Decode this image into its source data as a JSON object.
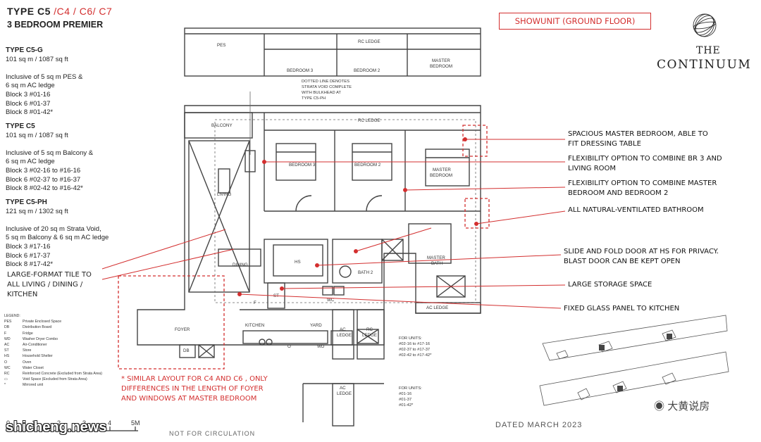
{
  "header": {
    "type_label": "TYPE  C5",
    "type_variants": " /C4 / C6/ C7",
    "subtitle": "3 BEDROOM PREMIER"
  },
  "specs": [
    {
      "title": "TYPE C5-G",
      "lines": [
        "101 sq m / 1087 sq ft",
        "",
        "Inclusive of 5 sq m PES &",
        "6 sq m AC ledge",
        "Block 3 #01-16",
        "Block 6 #01-37",
        "Block 8 #01-42*"
      ]
    },
    {
      "title": "TYPE C5",
      "lines": [
        "101 sq m / 1087 sq ft",
        "",
        "Inclusive of 5 sq m Balcony &",
        "6 sq m AC ledge",
        "Block 3 #02-16 to #16-16",
        "Block 6 #02-37 to #16-37",
        "Block 8 #02-42 to #16-42*"
      ]
    },
    {
      "title": "TYPE C5-PH",
      "lines": [
        "121 sq m / 1302 sq ft",
        "",
        "Inclusive of 20 sq m Strata Void,",
        "5 sq m Balcony & 6 sq m AC ledge",
        "Block 3 #17-16",
        "Block 6 #17-37",
        "Block 8 #17-42*"
      ]
    }
  ],
  "legend": {
    "title": "LEGEND:",
    "items": [
      {
        "k": "PES",
        "v": "Private Enclosed Space"
      },
      {
        "k": "DB",
        "v": "Distribution Board"
      },
      {
        "k": "F",
        "v": "Fridge"
      },
      {
        "k": "WD",
        "v": "Washer Dryer Combo"
      },
      {
        "k": "AC",
        "v": "Air-Conditioner"
      },
      {
        "k": "ST",
        "v": "Store"
      },
      {
        "k": "HS",
        "v": "Household Shelter"
      },
      {
        "k": "O",
        "v": "Oven"
      },
      {
        "k": "WC",
        "v": "Water Closet"
      },
      {
        "k": "RC",
        "v": "Reinforced Concrete (Excluded from Strata Area)"
      },
      {
        "k": "▭",
        "v": "Void Space (Excluded from Strata Area)"
      },
      {
        "k": "*",
        "v": "Mirrored unit"
      }
    ]
  },
  "tile_note": [
    "LARGE-FORMAT TILE TO",
    "ALL LIVING / DINING /",
    "KITCHEN"
  ],
  "red_note": [
    "* SIMILAR LAYOUT FOR C4 AND C6 , ONLY",
    "DIFFERENCES IN THE LENGTH OF FOYER",
    "AND WINDOWS AT MASTER BEDROOM"
  ],
  "showunit": "SHOWUNIT (GROUND FLOOR)",
  "brand": {
    "line1": "THE",
    "line2": "CONTINUUM"
  },
  "callouts": [
    [
      "SPACIOUS MASTER BEDROOM, ABLE TO",
      "FIT DRESSING TABLE"
    ],
    [
      "FLEXIBILITY OPTION TO COMBINE BR 3 AND",
      "LIVING ROOM"
    ],
    [
      "FLEXIBILITY OPTION TO COMBINE MASTER",
      "BEDROOM AND BEDROOM 2"
    ],
    [
      "ALL NATURAL-VENTILATED BATHROOM"
    ],
    [
      "SLIDE AND FOLD DOOR AT HS FOR PRIVACY.",
      "BLAST DOOR CAN BE KEPT OPEN"
    ],
    [
      "LARGE STORAGE SPACE"
    ],
    [
      "FIXED GLASS PANEL TO KITCHEN"
    ]
  ],
  "rooms": {
    "pes": "PES",
    "rc_ledge": "RC LEDGE",
    "bedroom3": "BEDROOM 3",
    "bedroom2": "BEDROOM 2",
    "master_bedroom_1": "MASTER",
    "master_bedroom_2": "BEDROOM",
    "balcony": "BALCONY",
    "living": "LIVING",
    "dining": "DINING",
    "hs": "HS",
    "bath2": "BATH 2",
    "master_bath_1": "MASTER",
    "master_bath_2": "BATH",
    "ac_ledge": "AC LEDGE",
    "foyer": "FOYER",
    "kitchen": "KITCHEN",
    "yard": "YARD",
    "ac": "AC",
    "ledge": "LEDGE",
    "rc": "RC",
    "wc": "WC",
    "st": "ST",
    "db": "DB",
    "wd": "WD",
    "o": "O",
    "f": "F"
  },
  "void_note": [
    "DOTTED LINE DENOTES",
    "STRATA VOID COMPLETE",
    "WITH BULKHEAD AT",
    "TYPE C5-PH"
  ],
  "units_note_1": [
    "FOR UNITS:",
    "#02-16 to #17-16",
    "#02-37 to #17-37",
    "#02-42 to #17-42*"
  ],
  "units_note_2": [
    "FOR UNITS:",
    "#01-16",
    "#01-37",
    "#01-42*"
  ],
  "scale": {
    "labels": [
      "0",
      "1",
      "2",
      "3",
      "4",
      "5M"
    ]
  },
  "dated": "DATED MARCH 2023",
  "not_for": "NOT FOR CIRCULATION",
  "watermark_site": "shicheng.news",
  "watermark_wechat": "大黄说房",
  "colors": {
    "accent_red": "#d32f2f",
    "line": "#444444"
  }
}
